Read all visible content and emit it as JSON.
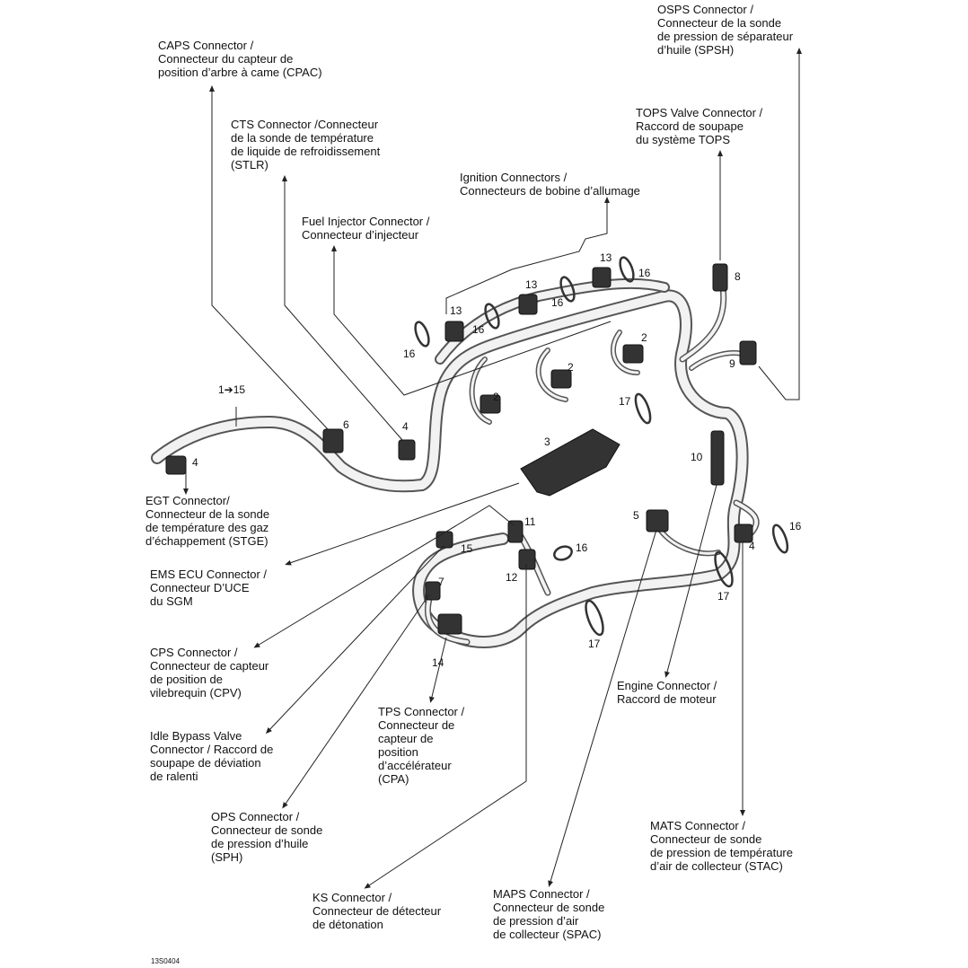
{
  "callouts": {
    "caps": [
      "CAPS Connector /",
      "Connecteur du capteur de",
      "position d’arbre à came (CPAC)"
    ],
    "cts": [
      "CTS Connector /Connecteur",
      "de la sonde de température",
      "de liquide de refroidissement",
      "(STLR)"
    ],
    "fuel": [
      "Fuel Injector Connector /",
      "Connecteur d’injecteur"
    ],
    "ignition": [
      "Ignition Connectors /",
      "Connecteurs de bobine d’allumage"
    ],
    "tops": [
      "TOPS Valve Connector /",
      "Raccord de soupape",
      "du système TOPS"
    ],
    "osps": [
      "OSPS Connector /",
      "Connecteur de la sonde",
      "de pression de séparateur",
      "d’huile (SPSH)"
    ],
    "egt": [
      "EGT Connector/",
      "Connecteur de la sonde",
      "de température des gaz",
      "d’échappement (STGE)"
    ],
    "ems": [
      "EMS ECU Connector /",
      "Connecteur D’UCE",
      "du SGM"
    ],
    "cps": [
      "CPS Connector /",
      "Connecteur de capteur",
      "de position de",
      "vilebrequin (CPV)"
    ],
    "idle": [
      "Idle Bypass Valve",
      "Connector / Raccord de",
      "soupape de déviation",
      "de ralenti"
    ],
    "tps": [
      "TPS Connector /",
      "Connecteur de",
      "capteur de",
      "position",
      "d’accélérateur",
      "(CPA)"
    ],
    "engine": [
      "Engine Connector /",
      "Raccord de moteur"
    ],
    "ops": [
      "OPS Connector /",
      "Connecteur de sonde",
      "de pression d’huile",
      "(SPH)"
    ],
    "mats": [
      "MATS Connector /",
      "Connecteur de sonde",
      "de pression de température",
      "d’air de collecteur (STAC)"
    ],
    "ks": [
      "KS Connector /",
      "Connecteur de détecteur",
      "de détonation"
    ],
    "maps": [
      "MAPS Connector /",
      "Connecteur de sonde",
      "de pression d’air",
      "de collecteur (SPAC)"
    ]
  },
  "numbers": {
    "n13a": "13",
    "n13b": "13",
    "n13c": "13",
    "n16a": "16",
    "n16b": "16",
    "n16c": "16",
    "n16d": "16",
    "n16e": "16",
    "n16f": "16",
    "n8": "8",
    "n9": "9",
    "n2a": "2",
    "n2b": "2",
    "n2c": "2",
    "n17a": "17",
    "n17b": "17",
    "n17c": "17",
    "n1to15": "1➔15",
    "n6": "6",
    "n4a": "4",
    "n4b": "4",
    "n4c": "4",
    "n3": "3",
    "n10": "10",
    "n11": "11",
    "n12": "12",
    "n15": "15",
    "n7": "7",
    "n5": "5",
    "n14": "14"
  },
  "figure_code": "13S0404"
}
